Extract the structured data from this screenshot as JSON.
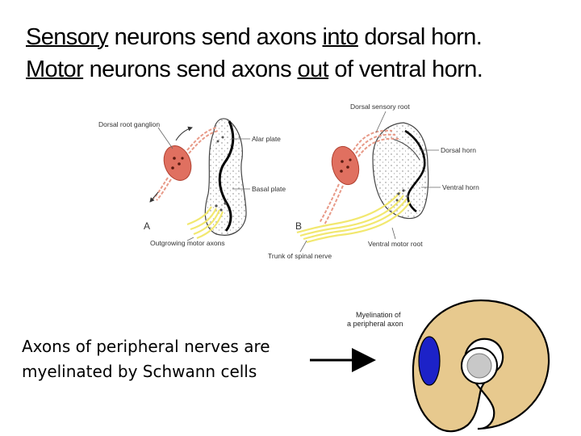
{
  "title": {
    "line1": {
      "strong": "Sensory",
      "middle": " neurons send axons ",
      "strong2": "into",
      "end": " dorsal horn."
    },
    "line2": {
      "strong": "Motor",
      "middle": " neurons send axons ",
      "strong2": "out",
      "end": " of ventral horn."
    }
  },
  "figure_a": {
    "letter": "A",
    "labels": {
      "dorsal_root_ganglion": "Dorsal root ganglion",
      "alar_plate": "Alar plate",
      "basal_plate": "Basal plate",
      "outgrowing_motor_axons": "Outgrowing motor axons"
    }
  },
  "figure_b": {
    "letter": "B",
    "labels": {
      "dorsal_sensory_root": "Dorsal sensory root",
      "dorsal_horn": "Dorsal horn",
      "ventral_horn": "Ventral horn",
      "ventral_motor_root": "Ventral motor root",
      "trunk_of_spinal_nerve": "Trunk of spinal nerve"
    }
  },
  "caption": {
    "line1": "Axons of peripheral nerves are",
    "line2": "myelinated by Schwann cells"
  },
  "myelination": {
    "label_line1": "Myelination of",
    "label_line2": "a peripheral axon"
  },
  "colors": {
    "ganglion": "#e07060",
    "sensory_fibers": "#e89a88",
    "motor_fibers": "#f2e870",
    "schwann_cell": "#e7c98e",
    "schwann_nucleus": "#1c22c8",
    "axon": "#c8c8c8"
  }
}
